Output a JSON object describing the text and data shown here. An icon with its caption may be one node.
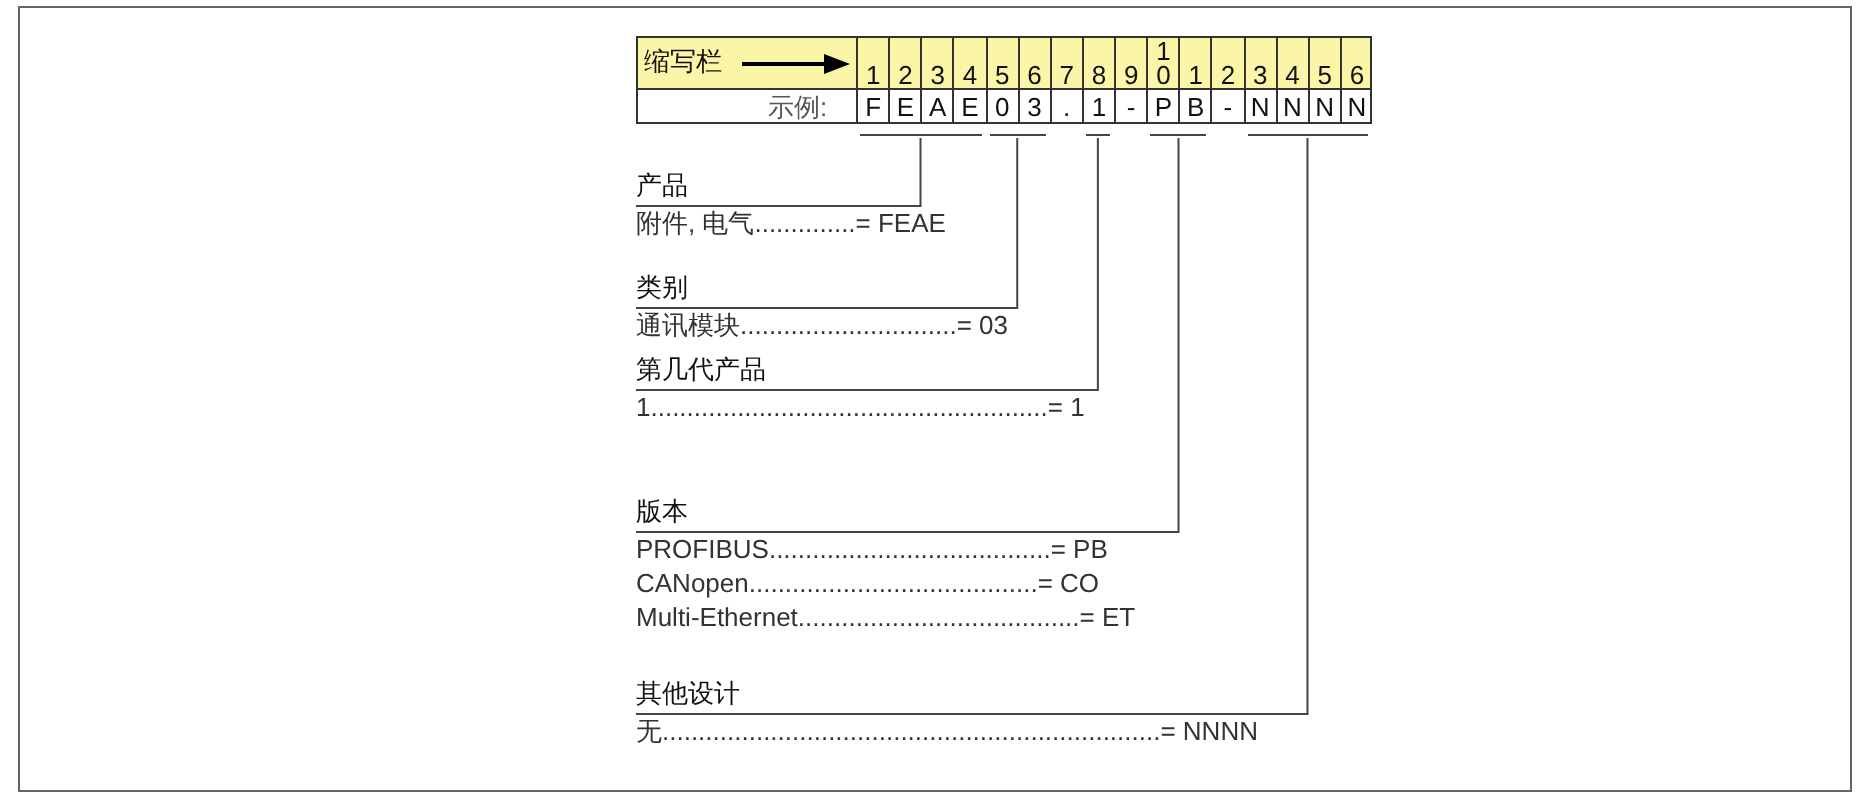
{
  "diagram": {
    "nodes": [
      {
        "text": [],
        "shape": "bar"
      },
      {
        "text": [],
        "shape": "bar"
      },
      {
        "text": [],
        "shape": "bar"
      },
      {
        "text": [],
        "shape": "bar"
      },
      {
        "text": [],
        "shape": "bar"
      },
      {
        "text": [
          "产品",
          "附件, 电气..............= FEAE"
        ]
      },
      {
        "text": [
          "类别",
          "通讯模块..............................= 03"
        ]
      },
      {
        "text": [
          "第几代产品",
          "1.......................................................= 1"
        ]
      },
      {
        "text": [
          "版本",
          "PROFIBUS.......................................= PB",
          "CANopen........................................= CO",
          "Multi-Ethernet.......................................= ET"
        ]
      },
      {
        "text": [
          "其他设计",
          "无.....................................................................= NNNN"
        ]
      }
    ],
    "edges": [
      {
        "from": 5,
        "to": 0,
        "arrow": "none"
      },
      {
        "from": 6,
        "to": 1,
        "arrow": "none"
      },
      {
        "from": 7,
        "to": 2,
        "arrow": "none"
      },
      {
        "from": 8,
        "to": 3,
        "arrow": "none"
      },
      {
        "from": 9,
        "to": 4,
        "arrow": "none"
      }
    ],
    "labels": [
      "缩写栏",
      "1",
      "2",
      "3",
      "4",
      "5",
      "6",
      "7",
      "8",
      "9",
      "1 0",
      "1",
      "2",
      "3",
      "4",
      "5",
      "6",
      "示例:",
      "F",
      "E",
      "A",
      "E",
      "0",
      "3",
      ".",
      "1",
      "-",
      "P",
      "B",
      "-",
      "N",
      "N",
      "N",
      "N"
    ]
  }
}
